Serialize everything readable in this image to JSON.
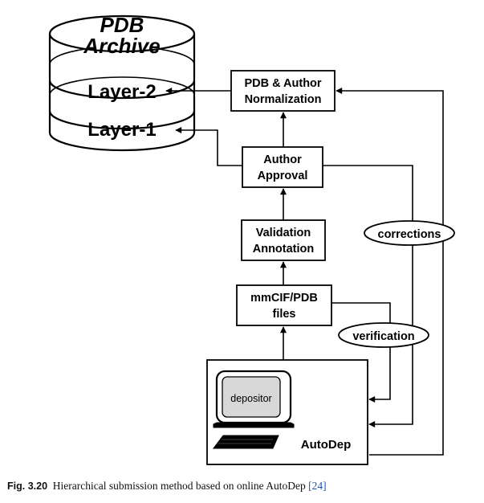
{
  "archive": {
    "title_line1": "PDB",
    "title_line2": "Archive",
    "layer2": "Layer-2",
    "layer1": "Layer-1"
  },
  "boxes": {
    "normalization_line1": "PDB & Author",
    "normalization_line2": "Normalization",
    "approval_line1": "Author",
    "approval_line2": "Approval",
    "validation_line1": "Validation",
    "validation_line2": "Annotation",
    "files_line1": "mmCIF/PDB",
    "files_line2": "files"
  },
  "ovals": {
    "corrections": "corrections",
    "verification": "verification"
  },
  "autodep": {
    "screen_label": "depositor",
    "name": "AutoDep"
  },
  "caption": {
    "label": "Fig. 3.20",
    "text": "Hierarchical submission method based on online AutoDep",
    "ref": "[24]"
  }
}
